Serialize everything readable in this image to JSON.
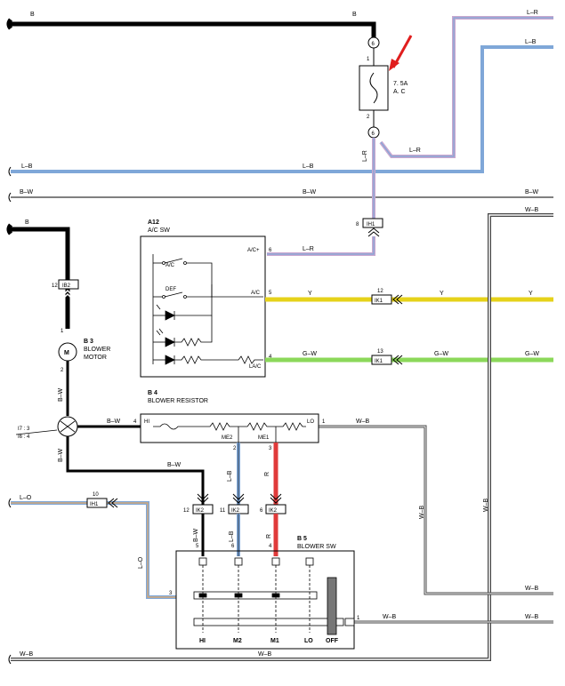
{
  "wires": {
    "b": "B",
    "lr": "L–R",
    "lb": "L–B",
    "bw": "B–W",
    "wb": "W–B",
    "y": "Y",
    "gw": "G–W",
    "lo": "L–O",
    "r": "R"
  },
  "fuse": {
    "rating": "7. 5A",
    "name": "A. C",
    "pin_top": "1",
    "pin_bottom": "2",
    "conn_top": "6",
    "conn_bottom": "6"
  },
  "ac_switch": {
    "code": "A12",
    "name": "A/C SW",
    "terminal_acplus": "A/C+",
    "terminal_ac": "A/C",
    "terminal_lac": "LA/C",
    "pin_acplus": "6",
    "pin_ac": "5",
    "pin_lac": "4",
    "label_ac": "A/C",
    "label_def": "DEF"
  },
  "connectors": {
    "ih1_top": {
      "code": "IH1",
      "pin": "8"
    },
    "ik1_y": {
      "code": "IK1",
      "pin": "12"
    },
    "ik1_gw": {
      "code": "IK1",
      "pin": "13"
    },
    "ib2": {
      "code": "IB2",
      "pin": "12"
    },
    "ih1_lo": {
      "code": "IH1",
      "pin": "10"
    },
    "ik2_hi": {
      "code": "IK2",
      "pin": "12"
    },
    "ik2_m2": {
      "code": "IK2",
      "pin": "11"
    },
    "ik2_m1": {
      "code": "IK2",
      "pin": "6"
    }
  },
  "motor": {
    "code": "B 3",
    "name1": "BLOWER",
    "name2": "MOTOR",
    "symbol": "M",
    "pin1": "1",
    "pin2": "2"
  },
  "resistor": {
    "code": "B 4",
    "name": "BLOWER RESISTOR",
    "hi": "HI",
    "me2": "ME2",
    "me1": "ME1",
    "lo": "LO",
    "pin4": "4",
    "pin1": "1",
    "pin2": "2",
    "pin3": "3"
  },
  "junction": {
    "line1": "I7 : 3",
    "line2": "I6 : 4"
  },
  "blower_switch": {
    "code": "B 5",
    "name": "BLOWER SW",
    "pos_hi": "HI",
    "pos_m2": "M2",
    "pos_m1": "M1",
    "pos_lo": "LO",
    "pos_off": "OFF",
    "pin5": "5",
    "pin6": "6",
    "pin4": "4",
    "pin3": "3",
    "pin1": "1"
  },
  "colors": {
    "black_wire": "#000000",
    "lb_wire": "#7fa7d8",
    "lr_wire": "#c9a7cf",
    "y_wire": "#e6d21a",
    "gw_wire": "#8bd85a",
    "r_wire": "#e03a3a",
    "wb_wire": "#444444",
    "arrow": "#e01e1e"
  }
}
